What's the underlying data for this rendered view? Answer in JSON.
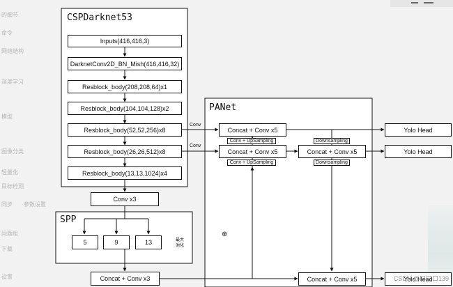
{
  "background": {
    "items": [
      "的细节",
      "命令",
      "网络结构",
      "深度学习",
      "模型",
      "图像分类",
      "轻量化",
      "目标检测",
      "同步",
      "参数设置",
      "问题组",
      "下载",
      "设置"
    ]
  },
  "backbone": {
    "title": "CSPDarknet53",
    "blocks": [
      "Inputs(416,416,3)",
      "DarknetConv2D_BN_Mish(416,416,32)",
      "Resblock_body(208,208,64)x1",
      "Resblock_body(104,104,128)x2",
      "Resblock_body(52,52,256)x8",
      "Resblock_body(26,26,512)x8",
      "Resblock_body(13,13,1024)x4"
    ]
  },
  "neck_conv": "Conv x3",
  "spp": {
    "title": "SPP",
    "pools": [
      "5",
      "9",
      "13"
    ],
    "note": "最大\n池化"
  },
  "spp_out": "Concat + Conv x3",
  "panet": {
    "title": "PANet",
    "side_labels": [
      "Conv",
      "Conv"
    ],
    "nodes": {
      "c1": "Concat + Conv x5",
      "c2": "Concat + Conv x5",
      "c3": "Concat + Conv x5",
      "c4": "Concat + Conv x5"
    },
    "ops": {
      "up1": "Conv + UpSampling",
      "up2": "Conv + UpSampling",
      "down1": "Downsampling",
      "down2": "Downsampling"
    }
  },
  "heads": [
    "Yolo Head",
    "Yolo Head",
    "Yolo Head"
  ],
  "watermark": "CSDN @口口口139"
}
